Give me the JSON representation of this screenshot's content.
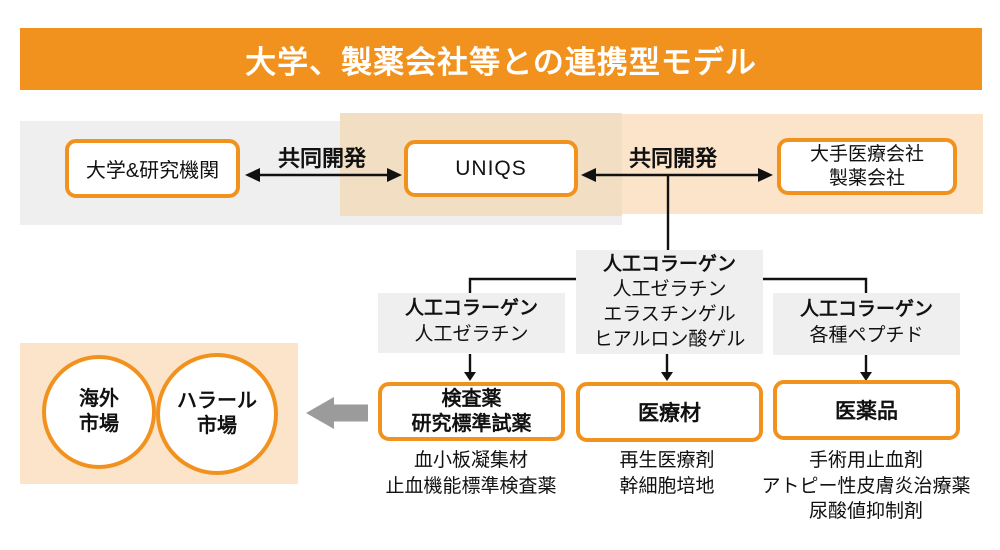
{
  "title": "大学、製薬会社等との連携型モデル",
  "colors": {
    "orange": "#F2921E",
    "band_gray": "#EFEFEF",
    "band_tan": "#F2DFC3",
    "band_peach": "#FBE4C9",
    "connector_black": "#111111",
    "arrow_gray": "#9B9B9B"
  },
  "partners": {
    "university": "大学&研究機関",
    "uniqs": "UNIQS",
    "medical_line1": "大手医療会社",
    "medical_line2": "製薬会社",
    "codev_left": "共同開発",
    "codev_right": "共同開発"
  },
  "materials": {
    "left": {
      "line1": "人工コラーゲン",
      "line2": "人工ゼラチン"
    },
    "center": {
      "line1": "人工コラーゲン",
      "line2": "人工ゼラチン",
      "line3": "エラスチンゲル",
      "line4": "ヒアルロン酸ゲル"
    },
    "right": {
      "line1": "人工コラーゲン",
      "line2": "各種ペプチド"
    }
  },
  "products": {
    "test_reagents_line1": "検査薬",
    "test_reagents_line2": "研究標準試薬",
    "medical_materials": "医療材",
    "pharmaceuticals": "医薬品",
    "list_test": [
      "血小板凝集材",
      "止血機能標準検査薬"
    ],
    "list_medical": [
      "再生医療剤",
      "幹細胞培地"
    ],
    "list_pharma": [
      "手術用止血剤",
      "アトピー性皮膚炎治療薬",
      "尿酸値抑制剤"
    ]
  },
  "markets": {
    "overseas_line1": "海外",
    "overseas_line2": "市場",
    "halal_line1": "ハラール",
    "halal_line2": "市場"
  }
}
